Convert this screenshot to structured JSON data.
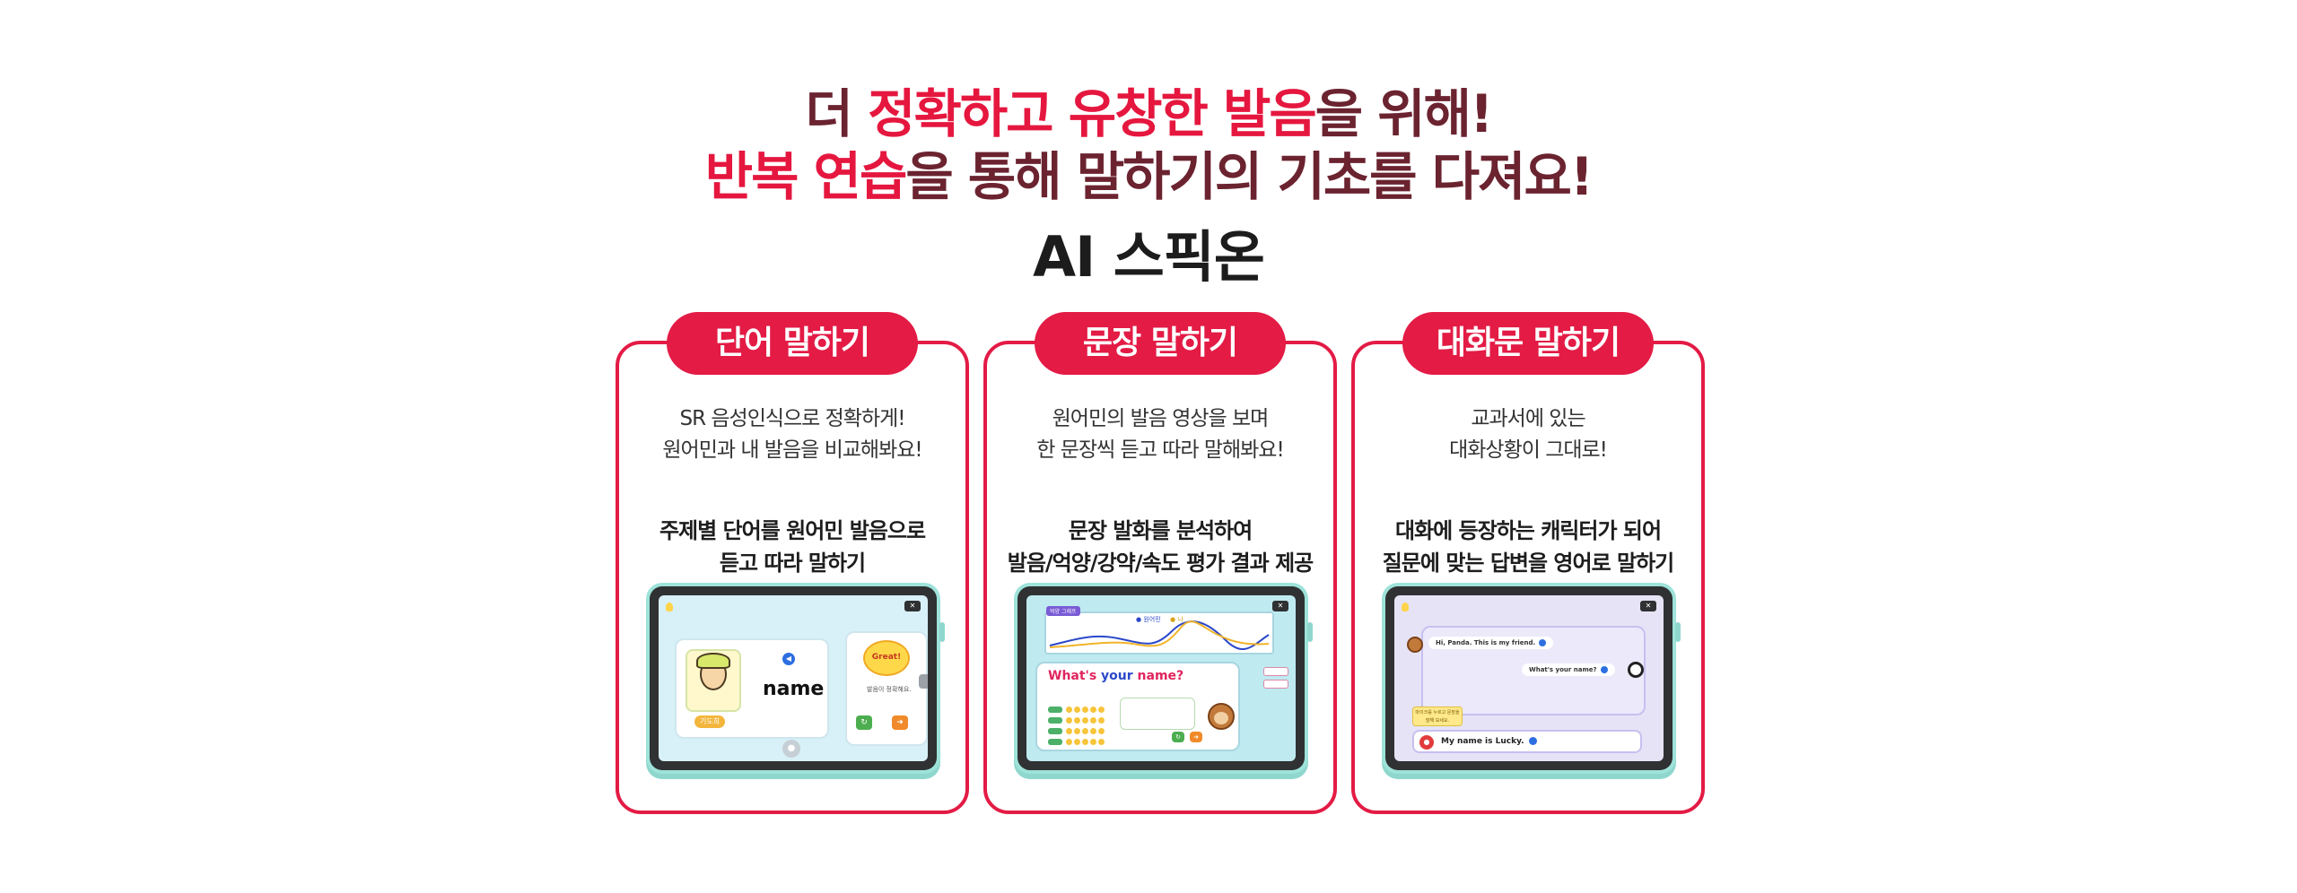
{
  "headline": {
    "line1": [
      {
        "text": "더 ",
        "accent": false
      },
      {
        "text": "정확하고 유창한 발음",
        "accent": true
      },
      {
        "text": "을 위해!",
        "accent": false
      }
    ],
    "line2": [
      {
        "text": "반복 연습",
        "accent": true
      },
      {
        "text": "을 통해 말하기의 기초를 다져요!",
        "accent": false
      }
    ],
    "brand": "AI 스픽온"
  },
  "colors": {
    "accent": "#e31b45",
    "headline_dark": "#6b2330"
  },
  "cards": [
    {
      "title": "단어 말하기",
      "desc_line1": "SR 음성인식으로 정확하게!",
      "desc_line2": "원어민과 내 발음을 비교해봐요!",
      "feature_line1": "주제별 단어를 원어민 발음으로",
      "feature_line2": "듣고 따라 말하기",
      "screen": {
        "word": "name",
        "badge": "Great!",
        "character_tag": "기도희",
        "note": "발음이 정확해요."
      }
    },
    {
      "title": "문장 말하기",
      "desc_line1": "원어민의 발음 영상을 보며",
      "desc_line2": "한 문장씩 듣고 따라 말해봐요!",
      "feature_line1": "문장 발화를 분석하여",
      "feature_line2": "발음/억양/강약/속도 평가 결과 제공",
      "screen": {
        "q_part1": "What's ",
        "q_part2": "your",
        "q_part3": " name?",
        "graph_tag": "억양 그래프",
        "legend1": "● 원어민",
        "legend2": "● 나"
      }
    },
    {
      "title": "대화문 말하기",
      "desc_line1": "교과서에 있는",
      "desc_line2": "대화상황이 그대로!",
      "feature_line1": "대화에 등장하는 캐릭터가 되어",
      "feature_line2": "질문에 맞는 답변을 영어로 말하기",
      "screen": {
        "bubble1": "Hi, Panda. This is my friend.",
        "bubble2": "What's your name?",
        "answer": "My name is Lucky.",
        "hint": "마이크를 누르고 문장을 말해 보세요."
      }
    }
  ]
}
